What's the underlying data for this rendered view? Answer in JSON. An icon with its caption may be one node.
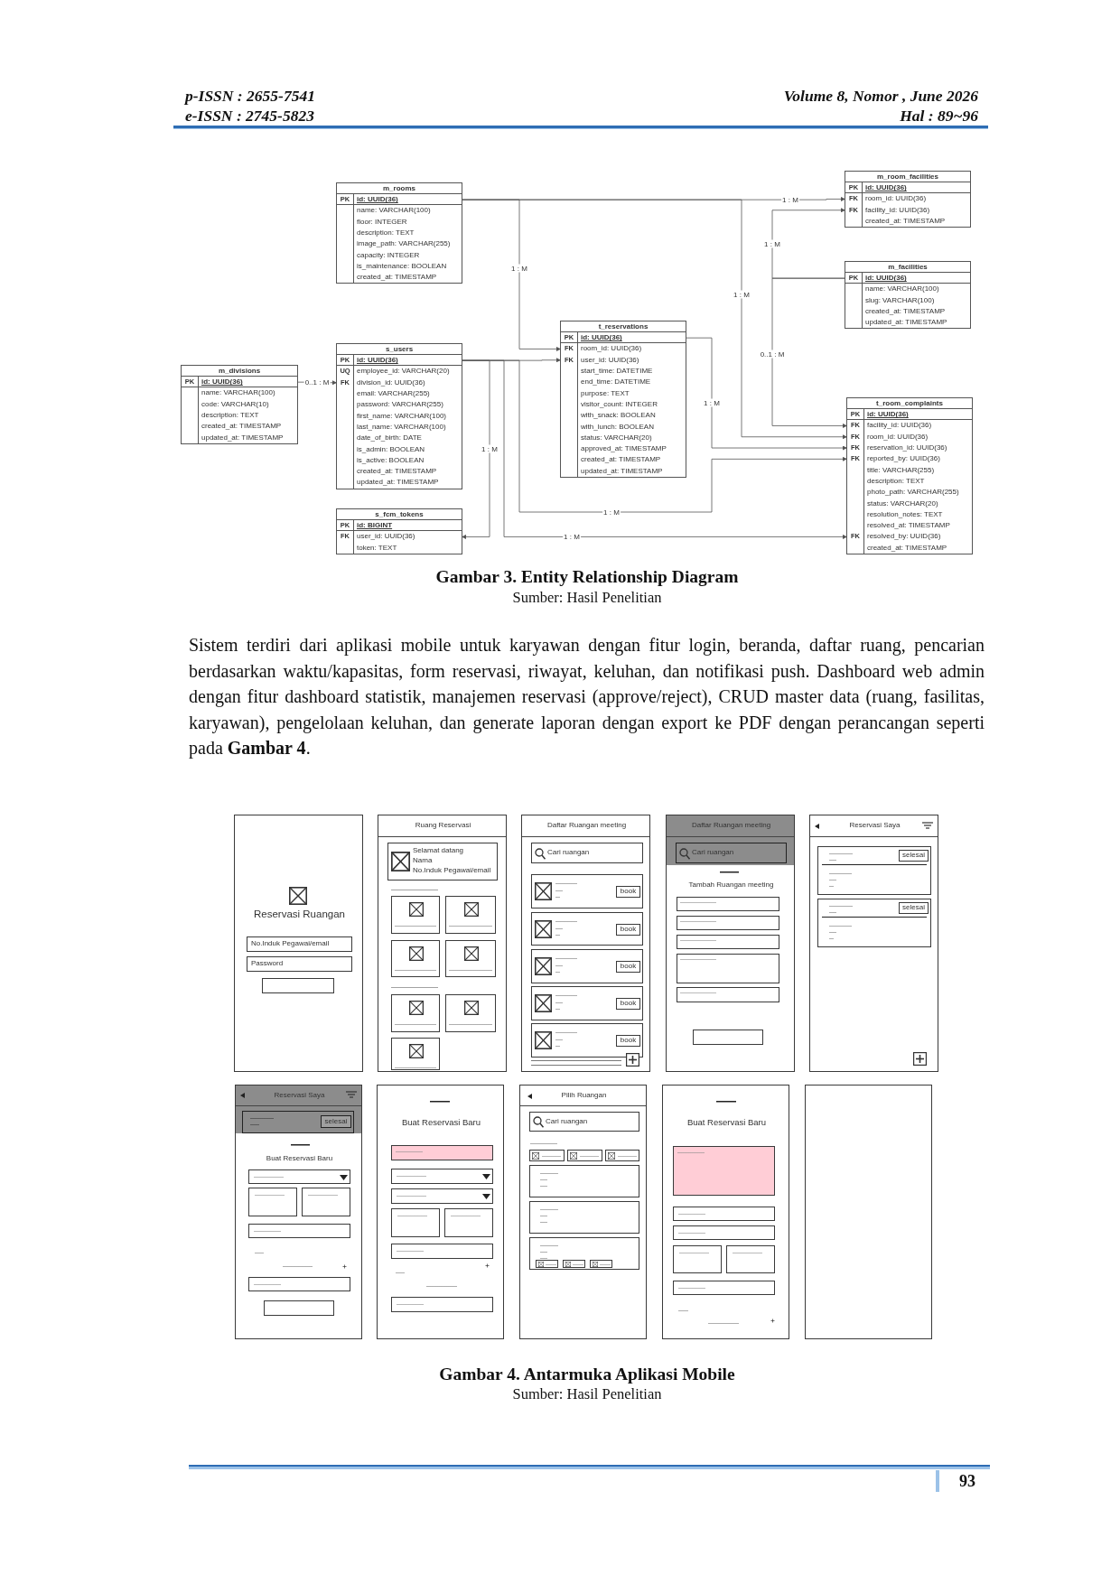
{
  "diagram": {
    "nodes": [
      {
        "text": [
          "m_rooms"
        ]
      },
      {
        "text": [
          "PK",
          "id: UUID(36)"
        ],
        "in": 0
      },
      {
        "text": [
          "name: VARCHAR(100)"
        ],
        "in": 0
      },
      {
        "text": [
          "floor: INTEGER"
        ],
        "in": 0
      },
      {
        "text": [
          "description: TEXT"
        ],
        "in": 0
      },
      {
        "text": [
          "image_path: VARCHAR(255)"
        ],
        "in": 0
      },
      {
        "text": [
          "capacity: INTEGER"
        ],
        "in": 0
      },
      {
        "text": [
          "is_maintenance: BOOLEAN"
        ],
        "in": 0
      },
      {
        "text": [
          "created_at: TIMESTAMP"
        ],
        "in": 0
      },
      {
        "text": [
          "m_room_facilities"
        ]
      },
      {
        "text": [
          "PK",
          "id: UUID(36)"
        ],
        "in": 9
      },
      {
        "text": [
          "FK",
          "room_id: UUID(36)"
        ],
        "in": 9
      },
      {
        "text": [
          "FK",
          "facility_id: UUID(36)"
        ],
        "in": 9
      },
      {
        "text": [
          "created_at: TIMESTAMP"
        ],
        "in": 9
      },
      {
        "text": [
          "m_facilities"
        ]
      },
      {
        "text": [
          "PK",
          "id: UUID(36)"
        ],
        "in": 14
      },
      {
        "text": [
          "name: VARCHAR(100)"
        ],
        "in": 14
      },
      {
        "text": [
          "slug: VARCHAR(100)"
        ],
        "in": 14
      },
      {
        "text": [
          "created_at: TIMESTAMP"
        ],
        "in": 14
      },
      {
        "text": [
          "updated_at: TIMESTAMP"
        ],
        "in": 14
      },
      {
        "text": [
          "t_reservations"
        ]
      },
      {
        "text": [
          "PK",
          "id: UUID(36)"
        ],
        "in": 20
      },
      {
        "text": [
          "FK",
          "room_id: UUID(36)"
        ],
        "in": 20
      },
      {
        "text": [
          "FK",
          "user_id: UUID(36)"
        ],
        "in": 20
      },
      {
        "text": [
          "start_time: DATETIME"
        ],
        "in": 20
      },
      {
        "text": [
          "end_time: DATETIME"
        ],
        "in": 20
      },
      {
        "text": [
          "purpose: TEXT"
        ],
        "in": 20
      },
      {
        "text": [
          "visitor_count: INTEGER"
        ],
        "in": 20
      },
      {
        "text": [
          "with_snack: BOOLEAN"
        ],
        "in": 20
      },
      {
        "text": [
          "with_lunch: BOOLEAN"
        ],
        "in": 20
      },
      {
        "text": [
          "status: VARCHAR(20)"
        ],
        "in": 20
      },
      {
        "text": [
          "approved_at: TIMESTAMP"
        ],
        "in": 20
      },
      {
        "text": [
          "created_at: TIMESTAMP"
        ],
        "in": 20
      },
      {
        "text": [
          "updated_at: TIMESTAMP"
        ],
        "in": 20
      },
      {
        "text": [
          "m_divisions"
        ]
      },
      {
        "text": [
          "PK",
          "id: UUID(36)"
        ],
        "in": 34
      },
      {
        "text": [
          "name: VARCHAR(100)"
        ],
        "in": 34
      },
      {
        "text": [
          "code: VARCHAR(10)"
        ],
        "in": 34
      },
      {
        "text": [
          "description: TEXT"
        ],
        "in": 34
      },
      {
        "text": [
          "created_at: TIMESTAMP"
        ],
        "in": 34
      },
      {
        "text": [
          "updated_at: TIMESTAMP"
        ],
        "in": 34
      },
      {
        "text": [
          "s_users"
        ]
      },
      {
        "text": [
          "PK",
          "id: UUID(36)"
        ],
        "in": 41
      },
      {
        "text": [
          "UQ",
          "employee_id: VARCHAR(20)"
        ],
        "in": 41
      },
      {
        "text": [
          "FK",
          "division_id: UUID(36)"
        ],
        "in": 41
      },
      {
        "text": [
          "email: VARCHAR(255)"
        ],
        "in": 41
      },
      {
        "text": [
          "password: VARCHAR(255)"
        ],
        "in": 41
      },
      {
        "text": [
          "first_name: VARCHAR(100)"
        ],
        "in": 41
      },
      {
        "text": [
          "last_name: VARCHAR(100)"
        ],
        "in": 41
      },
      {
        "text": [
          "date_of_birth: DATE"
        ],
        "in": 41
      },
      {
        "text": [
          "is_admin: BOOLEAN"
        ],
        "in": 41
      },
      {
        "text": [
          "is_active: BOOLEAN"
        ],
        "in": 41
      },
      {
        "text": [
          "created_at: TIMESTAMP"
        ],
        "in": 41
      },
      {
        "text": [
          "updated_at: TIMESTAMP"
        ],
        "in": 41
      },
      {
        "text": [
          "t_room_complaints"
        ]
      },
      {
        "text": [
          "PK",
          "id: UUID(36)"
        ],
        "in": 54
      },
      {
        "text": [
          "FK",
          "facility_id: UUID(36)"
        ],
        "in": 54
      },
      {
        "text": [
          "FK",
          "room_id: UUID(36)"
        ],
        "in": 54
      },
      {
        "text": [
          "FK",
          "reservation_id: UUID(36)"
        ],
        "in": 54
      },
      {
        "text": [
          "FK",
          "reported_by: UUID(36)"
        ],
        "in": 54
      },
      {
        "text": [
          "title: VARCHAR(255)"
        ],
        "in": 54
      },
      {
        "text": [
          "description: TEXT"
        ],
        "in": 54
      },
      {
        "text": [
          "photo_path: VARCHAR(255)"
        ],
        "in": 54
      },
      {
        "text": [
          "status: VARCHAR(20)"
        ],
        "in": 54
      },
      {
        "text": [
          "resolution_notes: TEXT"
        ],
        "in": 54
      },
      {
        "text": [
          "resolved_at: TIMESTAMP"
        ],
        "in": 54
      },
      {
        "text": [
          "FK",
          "resolved_by: UUID(36)"
        ],
        "in": 54
      },
      {
        "text": [
          "created_at: TIMESTAMP"
        ],
        "in": 54
      },
      {
        "text": [
          "s_fcm_tokens"
        ]
      },
      {
        "text": [
          "PK",
          "id: BIGINT"
        ],
        "in": 68
      },
      {
        "text": [
          "FK",
          "user_id: UUID(36)"
        ],
        "in": 68
      },
      {
        "text": [
          "token: TEXT"
        ],
        "in": 68
      },
      {
        "text": [
          "Reservasi Ruangan"
        ]
      },
      {
        "text": [
          "No.Induk Pegawai/email"
        ],
        "in": 72
      },
      {
        "text": [
          "Password"
        ],
        "in": 72
      },
      {
        "text": [],
        "shape": "box",
        "in": 72
      },
      {
        "text": [
          "Ruang Reservasi"
        ]
      },
      {
        "text": [
          "Selamat datang",
          "Nama",
          "No.Induk Pegawai/email"
        ],
        "in": 76
      },
      {
        "text": [],
        "shape": "box",
        "in": 76
      },
      {
        "text": [],
        "shape": "box",
        "in": 76
      },
      {
        "text": [],
        "shape": "box",
        "in": 76
      },
      {
        "text": [],
        "shape": "box",
        "in": 76
      },
      {
        "text": [],
        "shape": "box",
        "in": 76
      },
      {
        "text": [],
        "shape": "box",
        "in": 76
      },
      {
        "text": [],
        "shape": "box",
        "in": 76
      },
      {
        "text": [
          "Daftar Ruangan meeting"
        ]
      },
      {
        "text": [
          "Cari ruangan"
        ],
        "in": 85
      },
      {
        "text": [],
        "shape": "box",
        "in": 85
      },
      {
        "text": [
          "book"
        ],
        "in": 87
      },
      {
        "text": [],
        "shape": "box",
        "in": 85
      },
      {
        "text": [
          "book"
        ],
        "in": 89
      },
      {
        "text": [],
        "shape": "box",
        "in": 85
      },
      {
        "text": [
          "book"
        ],
        "in": 91
      },
      {
        "text": [],
        "shape": "box",
        "in": 85
      },
      {
        "text": [
          "book"
        ],
        "in": 93
      },
      {
        "text": [],
        "shape": "box",
        "in": 85
      },
      {
        "text": [
          "book"
        ],
        "in": 95
      },
      {
        "text": [
          "Daftar Ruangan meeting",
          "Tambah Ruangan meeting"
        ]
      },
      {
        "text": [
          "Cari ruangan"
        ],
        "in": 97
      },
      {
        "text": [],
        "shape": "box",
        "in": 97
      },
      {
        "text": [],
        "shape": "box",
        "in": 97
      },
      {
        "text": [],
        "shape": "box",
        "in": 97
      },
      {
        "text": [],
        "shape": "box",
        "in": 97
      },
      {
        "text": [],
        "shape": "box",
        "in": 97
      },
      {
        "text": [],
        "shape": "box",
        "in": 97
      },
      {
        "text": [
          "Reservasi Saya"
        ]
      },
      {
        "text": [],
        "shape": "box",
        "in": 105
      },
      {
        "text": [
          "selesai"
        ],
        "in": 106
      },
      {
        "text": [],
        "shape": "box",
        "in": 105
      },
      {
        "text": [
          "selesai"
        ],
        "in": 108
      },
      {
        "text": [
          "Reservasi Saya",
          "Buat Reservasi Baru"
        ]
      },
      {
        "text": [],
        "shape": "box",
        "in": 110
      },
      {
        "text": [
          "selesai"
        ],
        "in": 111
      },
      {
        "text": [],
        "shape": "box",
        "in": 110
      },
      {
        "text": [],
        "shape": "box",
        "in": 110
      },
      {
        "text": [],
        "shape": "box",
        "in": 110
      },
      {
        "text": [],
        "shape": "box",
        "in": 110
      },
      {
        "text": [],
        "shape": "box",
        "in": 110
      },
      {
        "text": [],
        "shape": "box",
        "in": 110
      },
      {
        "text": [
          "Buat Reservasi Baru"
        ]
      },
      {
        "text": [],
        "shape": "box",
        "in": 119
      },
      {
        "text": [],
        "shape": "box",
        "in": 119
      },
      {
        "text": [],
        "shape": "box",
        "in": 119
      },
      {
        "text": [],
        "shape": "box",
        "in": 119
      },
      {
        "text": [],
        "shape": "box",
        "in": 119
      },
      {
        "text": [],
        "shape": "box",
        "in": 119
      },
      {
        "text": [],
        "shape": "box",
        "in": 119
      },
      {
        "text": [
          "Pilih Ruangan"
        ]
      },
      {
        "text": [
          "Cari ruangan"
        ],
        "in": 127
      },
      {
        "text": [],
        "shape": "box",
        "in": 127
      },
      {
        "text": [],
        "shape": "box",
        "in": 127
      },
      {
        "text": [],
        "shape": "box",
        "in": 127
      },
      {
        "text": [],
        "shape": "box",
        "in": 127
      },
      {
        "text": [],
        "shape": "box",
        "in": 127
      },
      {
        "text": [],
        "shape": "box",
        "in": 127
      },
      {
        "text": [],
        "shape": "box",
        "in": 134
      },
      {
        "text": [],
        "shape": "box",
        "in": 134
      },
      {
        "text": [],
        "shape": "box",
        "in": 134
      },
      {
        "text": [
          "Buat Reservasi Baru"
        ]
      },
      {
        "text": [],
        "shape": "box",
        "in": 138
      },
      {
        "text": [],
        "shape": "box",
        "in": 138
      },
      {
        "text": [],
        "shape": "box",
        "in": 138
      },
      {
        "text": [],
        "shape": "box",
        "in": 138
      },
      {
        "text": [],
        "shape": "box",
        "in": 138
      },
      {
        "text": [],
        "shape": "box",
        "in": 138
      },
      {
        "text": [],
        "shape": "box"
      }
    ],
    "edges": [
      {
        "from": 1,
        "to": 22,
        "arrow": "to",
        "label": "1 : M"
      },
      {
        "from": 1,
        "to": 11,
        "arrow": "to",
        "label": "1 : M"
      },
      {
        "from": 1,
        "to": 57,
        "arrow": "to",
        "label": "1 : M"
      },
      {
        "from": 15,
        "to": 12,
        "arrow": "to",
        "label": "1 : M"
      },
      {
        "from": 15,
        "to": 56,
        "arrow": "to",
        "label": "0..1 : M"
      },
      {
        "from": 35,
        "to": 44,
        "arrow": "to",
        "label": "0..1 : M"
      },
      {
        "from": 42,
        "to": 23,
        "arrow": "to"
      },
      {
        "from": 42,
        "to": 70,
        "arrow": "to",
        "label": "1 : M"
      },
      {
        "from": 42,
        "to": 59,
        "arrow": "to",
        "label": "1 : M"
      },
      {
        "from": 42,
        "to": 66,
        "arrow": "to",
        "label": "1 : M"
      },
      {
        "from": 21,
        "to": 58,
        "arrow": "to",
        "label": "1 : M"
      }
    ],
    "labels": [
      "p-ISSN : 2655-7541",
      "Volume 8, Nomor , June 2026",
      "e-ISSN : 2745-5823",
      "Hal : 89~96",
      "Gambar 3. Entity Relationship Diagram",
      "Sumber: Hasil Penelitian",
      "Sistem terdiri dari aplikasi mobile untuk karyawan dengan fitur login, beranda, daftar ruang, pencarian berdasarkan waktu/kapasitas, form reservasi, riwayat, keluhan, dan notifikasi push. Dashboard web admin dengan fitur dashboard statistik, manajemen reservasi (approve/reject), CRUD master data (ruang, fasilitas, karyawan), pengelolaan keluhan, dan generate laporan dengan export ke PDF dengan perancangan seperti pada **Gambar 4**.",
      "Gambar 4. Antarmuka Aplikasi Mobile",
      "Sumber: Hasil Penelitian",
      "93"
    ]
  }
}
